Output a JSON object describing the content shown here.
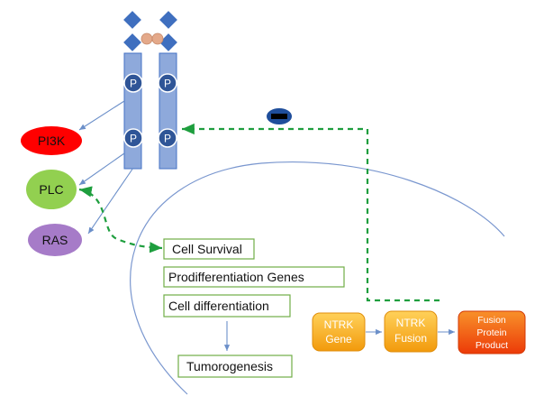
{
  "receptor": {
    "phospho_label": "P"
  },
  "effectors": {
    "pi3k": "PI3K",
    "plc": "PLC",
    "ras": "RAS"
  },
  "nucleus_boxes": {
    "cell_survival": "Cell Survival",
    "prodifferentiation": "Prodifferentiation  Genes",
    "cell_differentiation": "Cell differentiation",
    "tumorogenesis": "Tumorogenesis"
  },
  "fusion_pathway": {
    "gene_line1": "NTRK",
    "gene_line2": "Gene",
    "fusion_line1": "NTRK",
    "fusion_line2": "Fusion",
    "product_line1": "Fusion",
    "product_line2": "Protein",
    "product_line3": "Product"
  },
  "colors": {
    "receptor_fill": "#8EA9DB",
    "receptor_stroke": "#4472C4",
    "diamond": "#3F6FBF",
    "phospho": "#2F5597",
    "ligand": "#E4A98A",
    "pi3k": "#FF0000",
    "plc": "#92D050",
    "ras": "#A67BC8",
    "arrow": "#6B8FC9",
    "dashed": "#1E9E3E",
    "box_border": "#70AD47",
    "orange": "#F7A613",
    "red_orange": "#F04A0A"
  }
}
